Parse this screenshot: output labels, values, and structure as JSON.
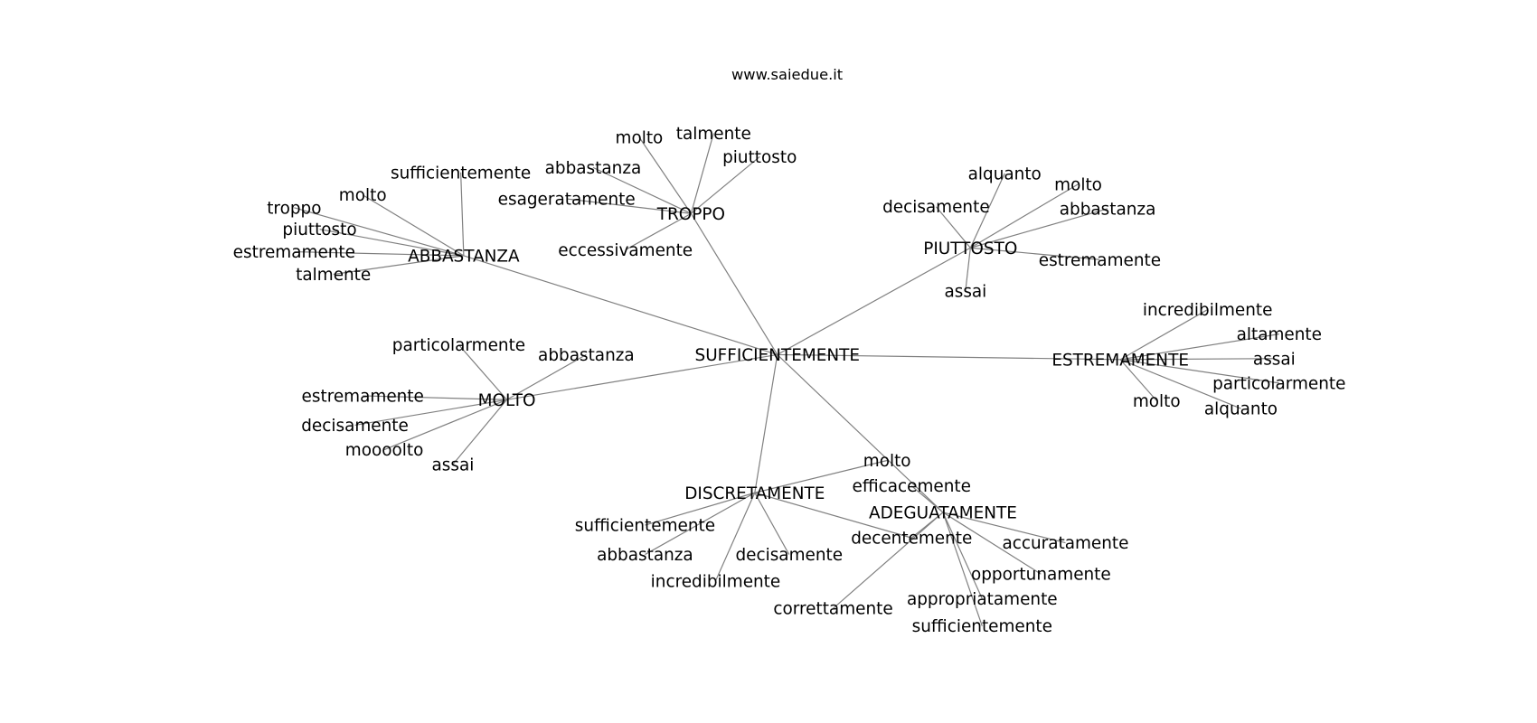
{
  "title": "www.saiedue.it",
  "colors": {
    "edge": "#808080",
    "text": "#000000",
    "background": "#ffffff"
  },
  "nodes": [
    {
      "label": "SUFFICIENTEMENTE"
    },
    {
      "label": "ABBASTANZA"
    },
    {
      "label": "sufficientemente"
    },
    {
      "label": "molto"
    },
    {
      "label": "troppo"
    },
    {
      "label": "piuttosto"
    },
    {
      "label": "estremamente"
    },
    {
      "label": "talmente"
    },
    {
      "label": "TROPPO"
    },
    {
      "label": "molto"
    },
    {
      "label": "talmente"
    },
    {
      "label": "piuttosto"
    },
    {
      "label": "abbastanza"
    },
    {
      "label": "esageratamente"
    },
    {
      "label": "eccessivamente"
    },
    {
      "label": "PIUTTOSTO"
    },
    {
      "label": "alquanto"
    },
    {
      "label": "molto"
    },
    {
      "label": "decisamente"
    },
    {
      "label": "abbastanza"
    },
    {
      "label": "estremamente"
    },
    {
      "label": "assai"
    },
    {
      "label": "ESTREMAMENTE"
    },
    {
      "label": "incredibilmente"
    },
    {
      "label": "altamente"
    },
    {
      "label": "assai"
    },
    {
      "label": "particolarmente"
    },
    {
      "label": "molto"
    },
    {
      "label": "alquanto"
    },
    {
      "label": "MOLTO"
    },
    {
      "label": "particolarmente"
    },
    {
      "label": "abbastanza"
    },
    {
      "label": "estremamente"
    },
    {
      "label": "decisamente"
    },
    {
      "label": "moooolto"
    },
    {
      "label": "assai"
    },
    {
      "label": "DISCRETAMENTE"
    },
    {
      "label": "sufficientemente"
    },
    {
      "label": "abbastanza"
    },
    {
      "label": "incredibilmente"
    },
    {
      "label": "decisamente"
    },
    {
      "label": "ADEGUATAMENTE"
    },
    {
      "label": "molto"
    },
    {
      "label": "efficacemente"
    },
    {
      "label": "decentemente"
    },
    {
      "label": "accuratamente"
    },
    {
      "label": "opportunamente"
    },
    {
      "label": "appropriatamente"
    },
    {
      "label": "sufficientemente"
    },
    {
      "label": "correttamente"
    }
  ],
  "edges": [
    [
      0,
      1
    ],
    [
      0,
      8
    ],
    [
      0,
      15
    ],
    [
      0,
      22
    ],
    [
      0,
      29
    ],
    [
      0,
      36
    ],
    [
      0,
      41
    ],
    [
      1,
      2
    ],
    [
      1,
      3
    ],
    [
      1,
      4
    ],
    [
      1,
      5
    ],
    [
      1,
      6
    ],
    [
      1,
      7
    ],
    [
      8,
      9
    ],
    [
      8,
      10
    ],
    [
      8,
      11
    ],
    [
      8,
      12
    ],
    [
      8,
      13
    ],
    [
      8,
      14
    ],
    [
      15,
      16
    ],
    [
      15,
      17
    ],
    [
      15,
      18
    ],
    [
      15,
      19
    ],
    [
      15,
      20
    ],
    [
      15,
      21
    ],
    [
      22,
      23
    ],
    [
      22,
      24
    ],
    [
      22,
      25
    ],
    [
      22,
      26
    ],
    [
      22,
      27
    ],
    [
      22,
      28
    ],
    [
      29,
      30
    ],
    [
      29,
      31
    ],
    [
      29,
      32
    ],
    [
      29,
      33
    ],
    [
      29,
      34
    ],
    [
      29,
      35
    ],
    [
      36,
      37
    ],
    [
      36,
      38
    ],
    [
      36,
      39
    ],
    [
      36,
      40
    ],
    [
      36,
      42
    ],
    [
      36,
      44
    ],
    [
      41,
      43
    ],
    [
      41,
      44
    ],
    [
      41,
      45
    ],
    [
      41,
      46
    ],
    [
      41,
      47
    ],
    [
      41,
      48
    ],
    [
      41,
      49
    ]
  ]
}
